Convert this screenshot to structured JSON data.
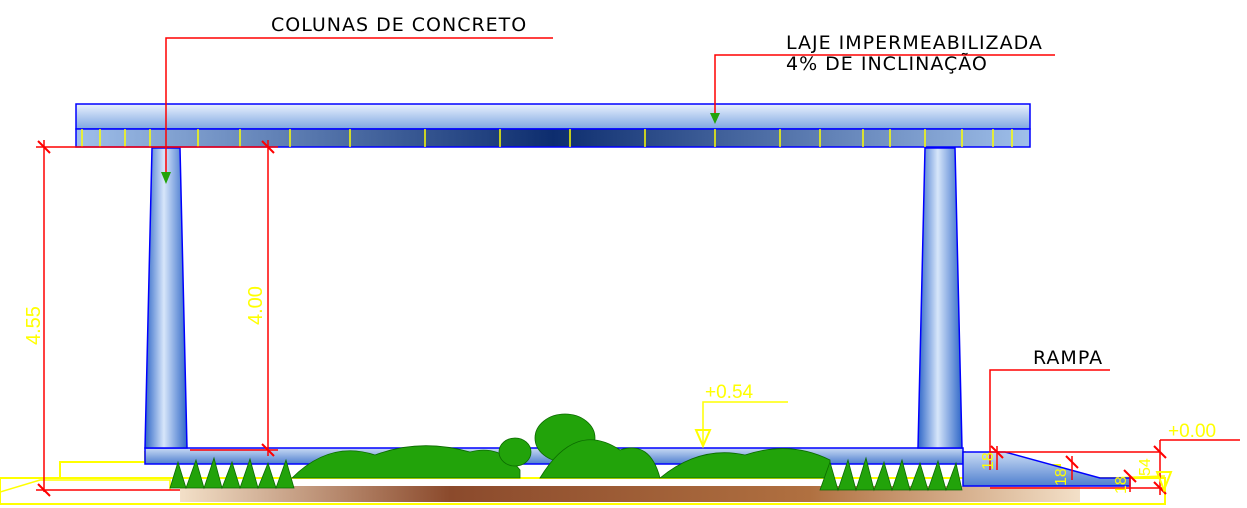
{
  "labels": {
    "columns": "COLUNAS DE CONCRETO",
    "slab_line1": "LAJE IMPERMEABILIZADA",
    "slab_line2": "4% DE INCLINAÇÃO",
    "ramp": "RAMPA"
  },
  "dimensions": {
    "total_height": "4.55",
    "column_height": "4.00",
    "level_mid": "+0.54",
    "level_right": "+0.00",
    "step_a": "18",
    "step_b": "18",
    "step_c": "18",
    "step_d": "54"
  },
  "colors": {
    "leader": "#ff0000",
    "dimension_text": "#ffff00",
    "structure_stroke": "#0000ff",
    "concrete": "#5b8fd6",
    "vegetation": "#22a30a",
    "soil": "#9a5a3a"
  }
}
